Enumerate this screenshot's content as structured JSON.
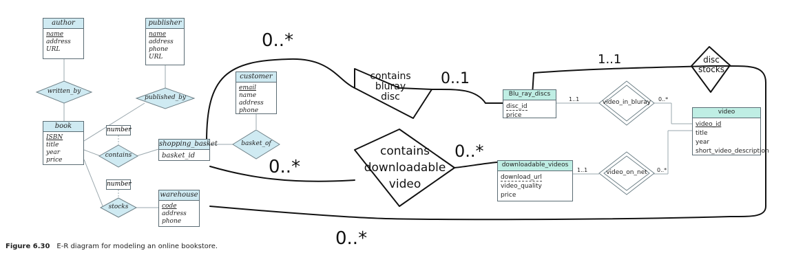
{
  "entities": {
    "author": {
      "title": "author",
      "attrs": [
        "name",
        "address",
        "URL"
      ]
    },
    "publisher": {
      "title": "publisher",
      "attrs": [
        "name",
        "address",
        "phone",
        "URL"
      ]
    },
    "customer": {
      "title": "customer",
      "attrs": [
        "email",
        "name",
        "address",
        "phone"
      ]
    },
    "book": {
      "title": "book",
      "attrs": [
        "ISBN",
        "title",
        "year",
        "price"
      ]
    },
    "shopping_basket": {
      "title": "shopping_basket",
      "attrs": [
        "basket_id"
      ]
    },
    "warehouse": {
      "title": "warehouse",
      "attrs": [
        "code",
        "address",
        "phone"
      ]
    },
    "bluray": {
      "title": "Blu_ray_discs",
      "attrs": [
        "disc_id",
        "price"
      ]
    },
    "downloadable": {
      "title": "downloadable_videos",
      "attrs": [
        "download_url",
        "video_quality",
        "price"
      ]
    },
    "video": {
      "title": "video",
      "attrs": [
        "video_id",
        "title",
        "year",
        "short_video_description"
      ]
    }
  },
  "relationships": {
    "written_by": "written_by",
    "published_by": "published_by",
    "contains": "contains",
    "stocks": "stocks",
    "basket_of": "basket_of",
    "video_in_bluray": "video_in_bluray",
    "video_on_net": "video_on_net"
  },
  "attribute_boxes": {
    "number_1": "number",
    "number_2": "number"
  },
  "cardinalities": {
    "bluray_left": "1..1",
    "bluray_right": "0..*",
    "net_left": "1..1",
    "net_right": "0..*"
  },
  "handwritten": {
    "contains_bluray": [
      "contains",
      "bluray",
      "disc"
    ],
    "contains_download": [
      "contains",
      "downloadable",
      "video"
    ],
    "disc_stocks": [
      "disc",
      "stocks"
    ],
    "card_top_left": "0..*",
    "card_bluray": "0..1",
    "card_disc_stocks": "1..1",
    "card_basket_mid": "0..*",
    "card_download": "0..*",
    "card_bottom": "0..*"
  },
  "caption": {
    "label": "Figure 6.30",
    "text": "E-R diagram for modeling an online bookstore."
  }
}
